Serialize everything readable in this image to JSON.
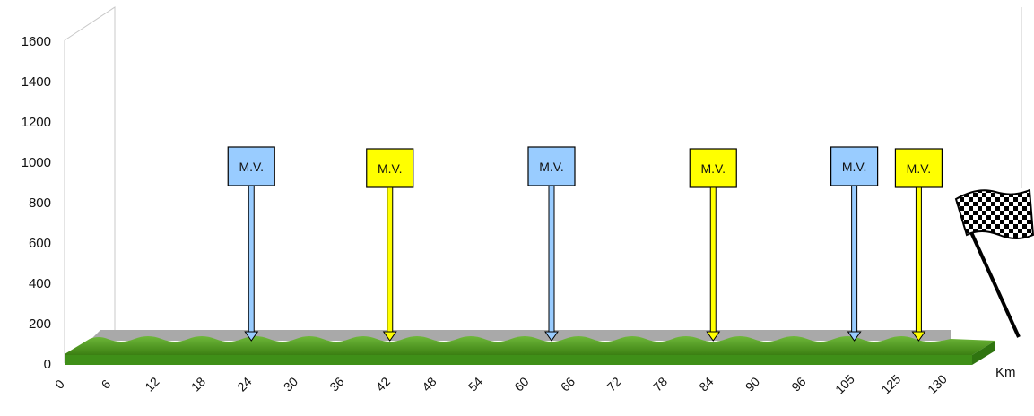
{
  "chart_data": {
    "type": "area",
    "y_ticks": [
      "0",
      "200",
      "400",
      "600",
      "800",
      "1000",
      "1200",
      "1400",
      "1600"
    ],
    "ylim": [
      0,
      1600
    ],
    "x_ticks": [
      "0",
      "6",
      "12",
      "18",
      "24",
      "30",
      "36",
      "42",
      "48",
      "54",
      "60",
      "66",
      "72",
      "78",
      "84",
      "90",
      "96",
      "105",
      "125",
      "130"
    ],
    "x_unit": "Km",
    "grid": false,
    "legend": "none",
    "markers": [
      {
        "label": "M.V.",
        "km": 21,
        "color": "#99ccff"
      },
      {
        "label": "M.V.",
        "km": 39,
        "color": "#ffff00"
      },
      {
        "label": "M.V.",
        "km": 60,
        "color": "#99ccff"
      },
      {
        "label": "M.V.",
        "km": 81,
        "color": "#ffff00"
      },
      {
        "label": "M.V.",
        "km": 101,
        "color": "#99ccff"
      },
      {
        "label": "M.V.",
        "km": 124,
        "color": "#ffff00"
      }
    ],
    "colors": {
      "terrain_top": "#4f9a1f",
      "terrain_front": "#3e8a14",
      "terrain_back": "#a8a8a8",
      "marker_blue": "#99ccff",
      "marker_yellow": "#ffff00"
    },
    "finish_icon": "checkered-flag-icon"
  }
}
